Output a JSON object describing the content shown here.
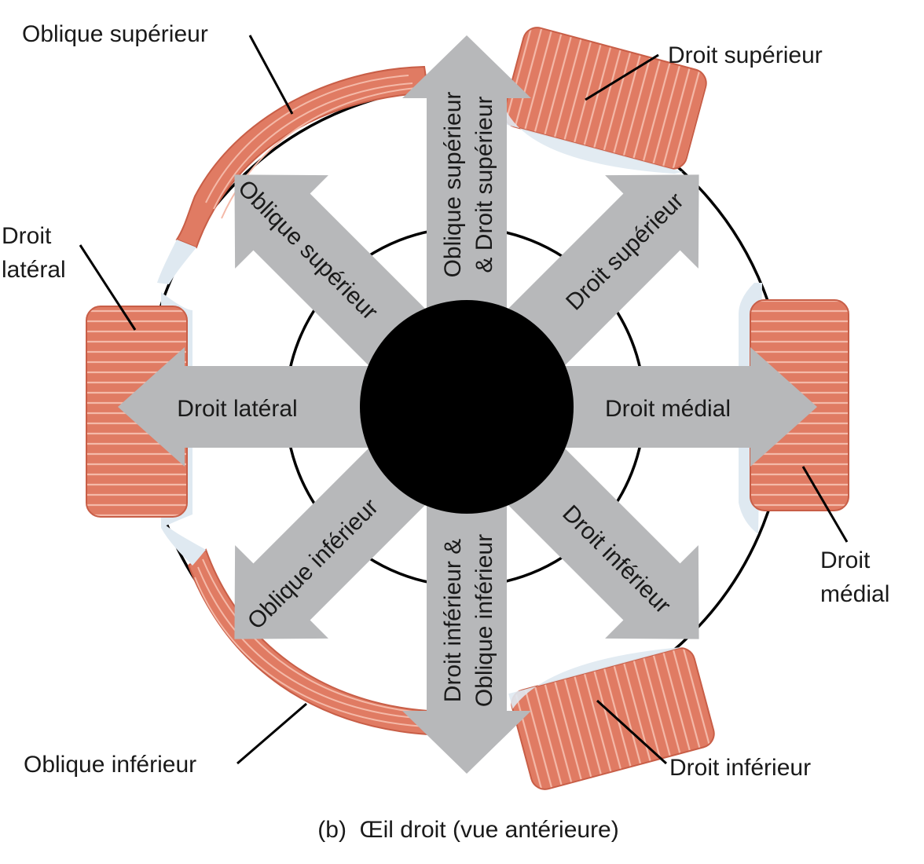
{
  "caption": "(b)  Œil droit (vue antérieure)",
  "colors": {
    "muscle": "#e07b63",
    "muscle_dark": "#c85e47",
    "muscle_stripe": "#f4b9a8",
    "tendon": "#dfe9f1",
    "arrow": "#b7b8ba",
    "pupil": "#000000",
    "line": "#000000"
  },
  "callouts": {
    "oblique_superieur": "Oblique supérieur",
    "droit_superieur": "Droit supérieur",
    "droit_lateral_1": "Droit",
    "droit_lateral_2": "latéral",
    "droit_medial_1": "Droit",
    "droit_medial_2": "médial",
    "oblique_inferieur": "Oblique inférieur",
    "droit_inferieur": "Droit inférieur"
  },
  "arrows": {
    "up_1": "Oblique supérieur",
    "up_2": "& Droit supérieur",
    "down_1": "Droit inférieur &",
    "down_2": "Oblique inférieur",
    "left": "Droit latéral",
    "right": "Droit médial",
    "up_left": "Oblique supérieur",
    "up_right": "Droit supérieur",
    "down_left": "Oblique inférieur",
    "down_right": "Droit inférieur"
  }
}
